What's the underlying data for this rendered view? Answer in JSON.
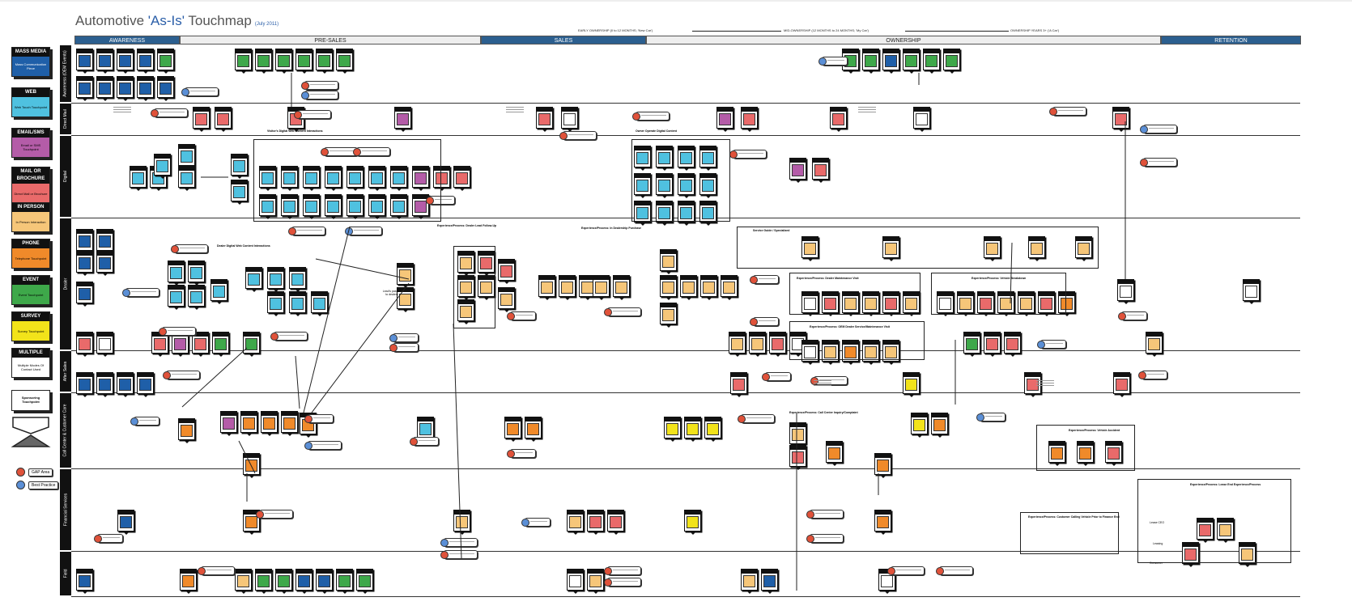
{
  "header": {
    "title_prefix": "Automotive ",
    "title_quote": "'As-Is'",
    "title_suffix": " Touchmap",
    "subtitle": "(July 2011)"
  },
  "phases": [
    {
      "label": "AWARENESS",
      "style": "dark"
    },
    {
      "label": "PRE-SALES",
      "style": "light"
    },
    {
      "label": "SALES",
      "style": "dark"
    },
    {
      "label": "OWNERSHIP",
      "style": "light"
    },
    {
      "label": "RETENTION",
      "style": "dark"
    }
  ],
  "ownership_subheaders": [
    "EARLY OWNERSHIP (0 to 12 MONTHS; 'New Car')",
    "MID-OWNERSHIP (12 MONTHS to 24 MONTHS; 'My Car')",
    "OWNERSHIP YEARS 3+ ('A Car')"
  ],
  "legend": {
    "channels": [
      {
        "header": "MASS MEDIA",
        "body": "Mass Communication Piece",
        "color": "#1f5fa8",
        "text_color": "#ffffff"
      },
      {
        "header": "WEB",
        "body": "Web Touch Touchpoint",
        "color": "#4fc1e0",
        "text_color": "#000000"
      },
      {
        "header": "EMAIL/SMS",
        "body": "Email or SMS Touchpoint",
        "color": "#b45ca8",
        "text_color": "#000000"
      },
      {
        "header": "MAIL OR BROCHURE",
        "body": "Direct Mail or Brochure",
        "color": "#e96a6a",
        "text_color": "#000000"
      },
      {
        "header": "IN PERSON",
        "body": "In Person Interaction",
        "color": "#f6c679",
        "text_color": "#000000"
      },
      {
        "header": "PHONE",
        "body": "Telephone Touchpoint",
        "color": "#f08a2a",
        "text_color": "#000000"
      },
      {
        "header": "EVENT",
        "body": "Event Touchpoint",
        "color": "#3ea84a",
        "text_color": "#000000"
      },
      {
        "header": "SURVEY",
        "body": "Survey Touchpoint",
        "color": "#f2e31a",
        "text_color": "#000000"
      },
      {
        "header": "MULTIPLE",
        "body": "Multiple Modes Of Contact Used",
        "color": "#ffffff",
        "text_color": "#000000"
      }
    ],
    "sponsoring_label": "Sponsoring Touchpoint",
    "gap_label": "GAP Area",
    "best_practice_label": "Best Practice",
    "gap_color": "#e0523a",
    "best_practice_color": "#5b8fd6"
  },
  "rows": [
    "Awareness (OEM Events)",
    "Direct Mail",
    "Digital",
    "Dealer",
    "After Sales",
    "Call Center & Customer Care",
    "Financial Services",
    "Field"
  ],
  "frames": [
    {
      "title": "Visitor's Digital Web Content Interactions"
    },
    {
      "title": "Dealer Digital Web Content Interactions"
    },
    {
      "title": "Owner Operate Digital Content"
    },
    {
      "title": "Experience/Process: Dealer Lead Follow-Up"
    },
    {
      "title": "Experience/Process: In Dealership Purchase"
    },
    {
      "title": "Service Guide / Specialized"
    },
    {
      "title": "Experience/Process: Dealer Maintenance Visit"
    },
    {
      "title": "Experience/Process: OEM Dealer Service/Maintenance Visit"
    },
    {
      "title": "Experience/Process: Vehicle Breakdown"
    },
    {
      "title": "Experience/Process: Call Center Inquiry/Complaint"
    },
    {
      "title": "Experience/Process: Vehicle Accident"
    },
    {
      "title": "Experience/Process: Customer Calling Vehicle Prior to Finance End"
    },
    {
      "title": "Experience/Process: Lease End Experience/Process"
    }
  ],
  "side_labels": {
    "lease_ceo": "Lease CEO",
    "leasing": "Leasing",
    "consumer": "Consumer",
    "leads": "Lead's passed to dealers"
  }
}
